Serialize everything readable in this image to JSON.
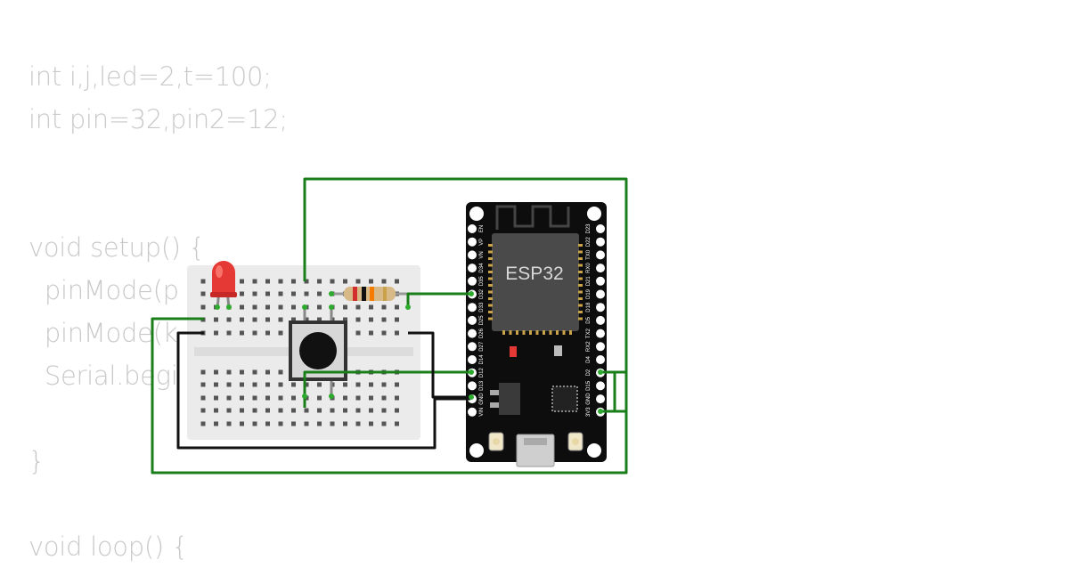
{
  "code_lines": [
    "int i,j,led=2,t=100;",
    "int pin=32,pin2=12;",
    "",
    "",
    "void setup() {",
    "  pinMode(p",
    "  pinMode(k",
    "  Serial.begi",
    "",
    "}",
    "",
    "void loop() {"
  ],
  "board": {
    "label": "ESP32",
    "left_pins": [
      "EN",
      "VP",
      "VN",
      "D34",
      "D35",
      "D32",
      "D33",
      "D25",
      "D26",
      "D27",
      "D14",
      "D12",
      "D13",
      "GND",
      "VIN"
    ],
    "right_pins": [
      "D23",
      "D22",
      "TX0",
      "RX0",
      "D21",
      "D19",
      "D18",
      "D5",
      "TX2",
      "RX2",
      "D4",
      "D2",
      "D15",
      "GND",
      "3V3"
    ]
  },
  "colors": {
    "wire_green": "#1a7f1a",
    "wire_black": "#111111",
    "board": "#0d0d0d",
    "breadboard": "#ebebeb",
    "led": "#e53935"
  }
}
